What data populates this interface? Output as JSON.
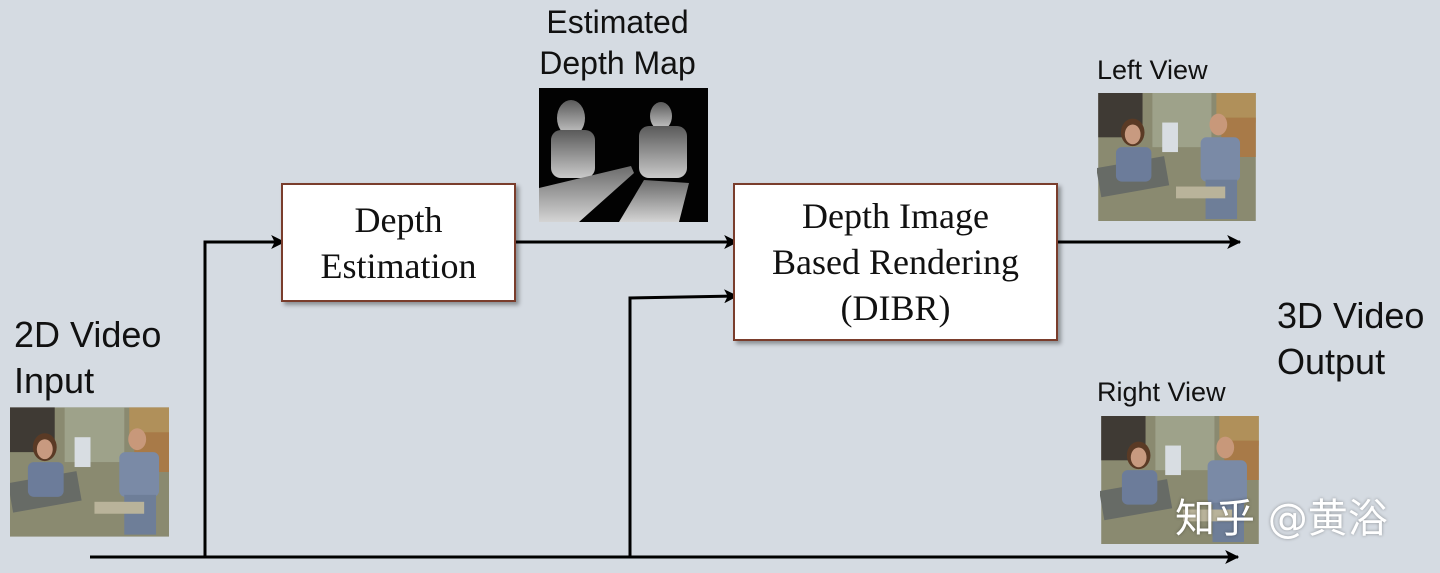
{
  "input": {
    "label_line1": "2D Video",
    "label_line2": "Input"
  },
  "depth_map": {
    "label_line1": "Estimated",
    "label_line2": "Depth Map"
  },
  "depth_estimation": {
    "line1": "Depth",
    "line2": "Estimation"
  },
  "dibr": {
    "line1": "Depth Image",
    "line2": "Based Rendering",
    "line3": "(DIBR)"
  },
  "left_view": {
    "label": "Left View"
  },
  "right_view": {
    "label": "Right View"
  },
  "output": {
    "label_line1": "3D Video",
    "label_line2": "Output"
  },
  "watermark": {
    "text": "知乎 @黄浴"
  },
  "colors": {
    "background": "#d5dbe2",
    "box_border": "#7a3d2c",
    "arrow": "#000000"
  }
}
